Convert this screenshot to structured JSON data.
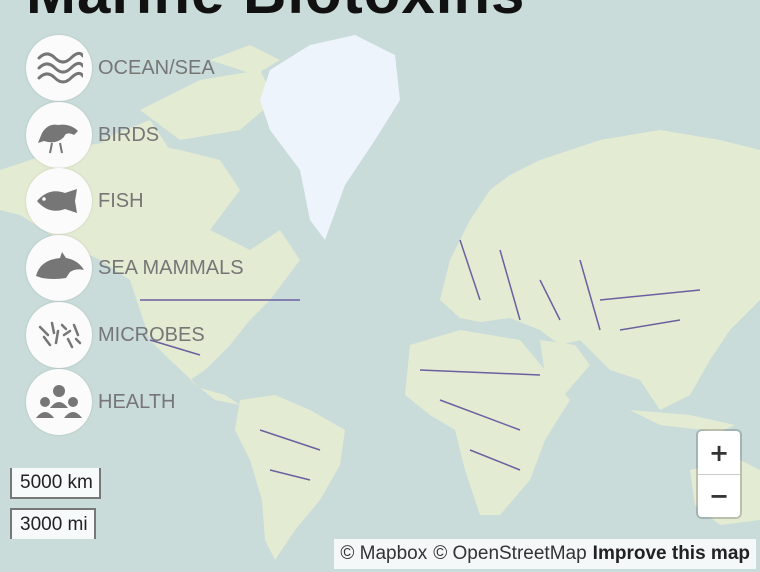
{
  "title": "Marine Biotoxins",
  "categories": [
    {
      "label": "OCEAN/SEA",
      "icon": "waves-icon"
    },
    {
      "label": "BIRDS",
      "icon": "bird-icon"
    },
    {
      "label": "FISH",
      "icon": "fish-icon"
    },
    {
      "label": "SEA MAMMALS",
      "icon": "dolphin-icon"
    },
    {
      "label": "MICROBES",
      "icon": "microbes-icon"
    },
    {
      "label": "HEALTH",
      "icon": "people-icon"
    }
  ],
  "scale": {
    "km": "5000 km",
    "mi": "3000 mi"
  },
  "zoom": {
    "in": "+",
    "out": "−"
  },
  "attribution": {
    "mapbox": "© Mapbox",
    "osm": "© OpenStreetMap",
    "improve": "Improve this map"
  },
  "colors": {
    "ocean": "#c9dcd9",
    "land": "#e4ebd3",
    "greenland": "#eef4fb",
    "borders": "#6a60a0",
    "icon": "#767676"
  }
}
